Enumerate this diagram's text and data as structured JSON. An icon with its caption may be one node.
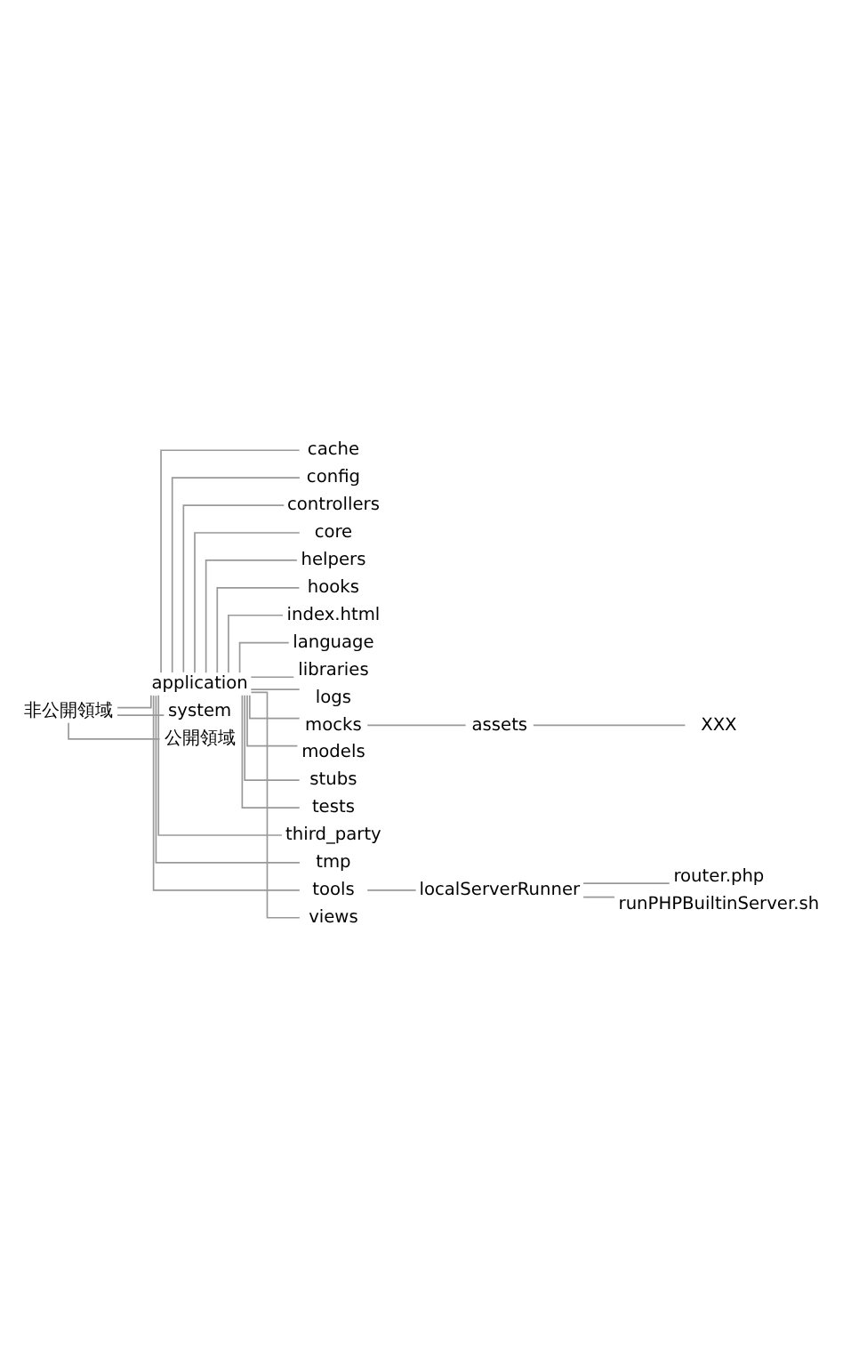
{
  "diagram": {
    "nodes": [
      {
        "text": [
          "非公開領域"
        ]
      },
      {
        "text": [
          "application"
        ]
      },
      {
        "text": [
          "cache"
        ]
      },
      {
        "text": [
          "config"
        ]
      },
      {
        "text": [
          "controllers"
        ]
      },
      {
        "text": [
          "core"
        ]
      },
      {
        "text": [
          "helpers"
        ]
      },
      {
        "text": [
          "hooks"
        ]
      },
      {
        "text": [
          "index.html"
        ]
      },
      {
        "text": [
          "language"
        ]
      },
      {
        "text": [
          "libraries"
        ]
      },
      {
        "text": [
          "logs"
        ]
      },
      {
        "text": [
          "mocks"
        ]
      },
      {
        "text": [
          "assets"
        ]
      },
      {
        "text": [
          "XXX"
        ]
      },
      {
        "text": [
          "models"
        ]
      },
      {
        "text": [
          "stubs"
        ]
      },
      {
        "text": [
          "tests"
        ]
      },
      {
        "text": [
          "third_party"
        ]
      },
      {
        "text": [
          "tmp"
        ]
      },
      {
        "text": [
          "tools"
        ]
      },
      {
        "text": [
          "localServerRunner"
        ]
      },
      {
        "text": [
          "router.php"
        ]
      },
      {
        "text": [
          "runPHPBuiltinServer.sh"
        ]
      },
      {
        "text": [
          "views"
        ]
      },
      {
        "text": [
          "system"
        ]
      },
      {
        "text": [
          "公開領域"
        ]
      }
    ],
    "edges": [
      {
        "from": 0,
        "to": 26,
        "arrow": "none"
      },
      {
        "from": 0,
        "to": 1,
        "arrow": "none"
      },
      {
        "from": 1,
        "to": 2,
        "arrow": "none"
      },
      {
        "from": 1,
        "to": 3,
        "arrow": "none"
      },
      {
        "from": 1,
        "to": 4,
        "arrow": "none"
      },
      {
        "from": 1,
        "to": 5,
        "arrow": "none"
      },
      {
        "from": 1,
        "to": 6,
        "arrow": "none"
      },
      {
        "from": 1,
        "to": 7,
        "arrow": "none"
      },
      {
        "from": 1,
        "to": 8,
        "arrow": "none"
      },
      {
        "from": 1,
        "to": 9,
        "arrow": "none"
      },
      {
        "from": 1,
        "to": 10,
        "arrow": "none"
      },
      {
        "from": 1,
        "to": 11,
        "arrow": "none"
      },
      {
        "from": 1,
        "to": 12,
        "arrow": "none"
      },
      {
        "from": 12,
        "to": 13,
        "arrow": "none"
      },
      {
        "from": 13,
        "to": 14,
        "arrow": "none"
      },
      {
        "from": 1,
        "to": 15,
        "arrow": "none"
      },
      {
        "from": 1,
        "to": 16,
        "arrow": "none"
      },
      {
        "from": 1,
        "to": 17,
        "arrow": "none"
      },
      {
        "from": 1,
        "to": 18,
        "arrow": "none"
      },
      {
        "from": 1,
        "to": 19,
        "arrow": "none"
      },
      {
        "from": 1,
        "to": 20,
        "arrow": "none"
      },
      {
        "from": 20,
        "to": 21,
        "arrow": "none"
      },
      {
        "from": 21,
        "to": 22,
        "arrow": "none"
      },
      {
        "from": 21,
        "to": 23,
        "arrow": "none"
      },
      {
        "from": 1,
        "to": 24,
        "arrow": "none"
      },
      {
        "from": 0,
        "to": 25,
        "arrow": "none"
      }
    ]
  }
}
